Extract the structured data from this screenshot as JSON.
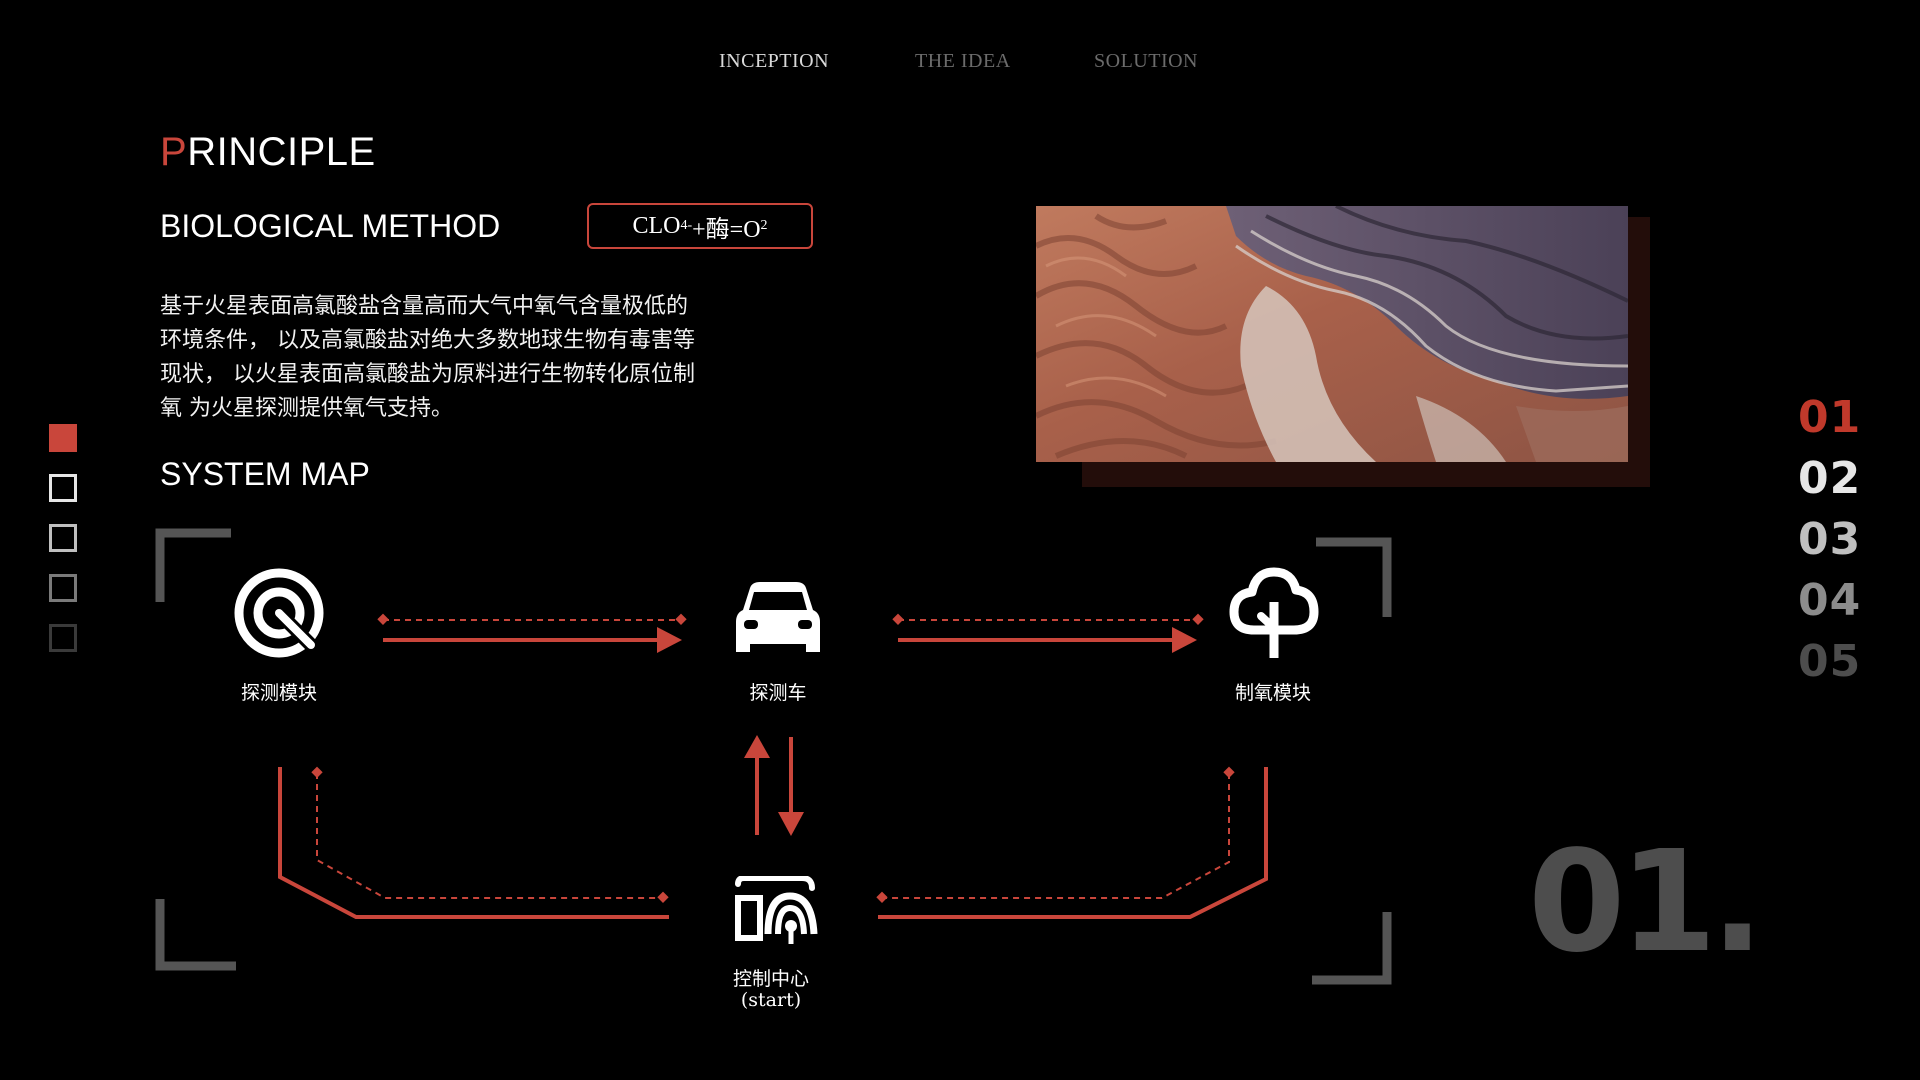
{
  "nav": {
    "items": [
      {
        "label": "INCEPTION",
        "active": true
      },
      {
        "label": "THE IDEA",
        "active": false
      },
      {
        "label": "SOLUTION",
        "active": false
      }
    ]
  },
  "title": {
    "first_letter": "P",
    "rest": "RINCIPLE"
  },
  "biological": {
    "heading": "BIOLOGICAL METHOD",
    "formula": {
      "a": "CLO",
      "a_sub": "4",
      "a_sup": "-",
      "b": "+酶=O",
      "b_sub": "2"
    },
    "lines": [
      "基于火星表面高氯酸盐含量高而大气中氧气含量极低的",
      "环境条件， 以及高氯酸盐对绝大多数地球生物有毒害等",
      "现状， 以火星表面高氯酸盐为原料进行生物转化原位制",
      "氧 为火星探测提供氧气支持。"
    ]
  },
  "system_map": {
    "heading": "SYSTEM MAP",
    "nodes": {
      "detect": {
        "label": "探测模块",
        "icon": "radar-target-icon"
      },
      "rover": {
        "label": "探测车",
        "icon": "car-icon"
      },
      "oxygen": {
        "label": "制氧模块",
        "icon": "tree-icon"
      },
      "control": {
        "label": "控制中心",
        "sub": "(start)",
        "icon": "signal-antenna-icon"
      }
    }
  },
  "pages": {
    "numbers": [
      "01",
      "02",
      "03",
      "04",
      "05"
    ],
    "current": "01.",
    "colors": [
      "#c0392b",
      "#e6e6e6",
      "#bfbfbf",
      "#8c8c8c",
      "#4d4d4d"
    ]
  },
  "side_nav": {
    "count": 5,
    "active_index": 0
  },
  "colors": {
    "accent": "#c9463b",
    "background": "#000000"
  }
}
